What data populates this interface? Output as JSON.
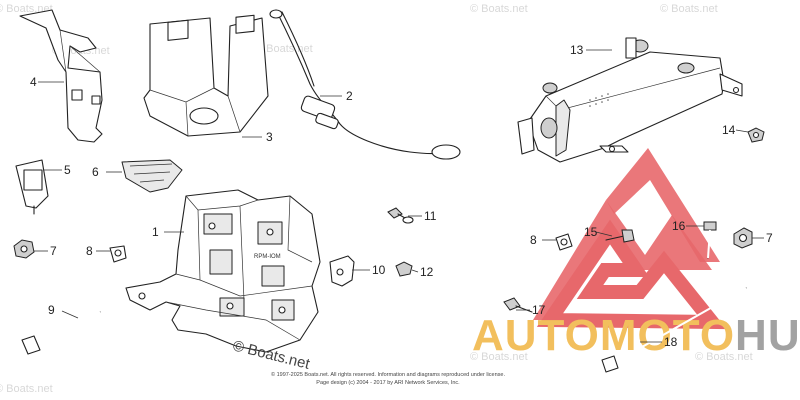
{
  "diagram": {
    "callouts": {
      "c1": "1",
      "c2": "2",
      "c3": "3",
      "c4": "4",
      "c5": "5",
      "c6": "6",
      "c7a": "7",
      "c7b": "7",
      "c8a": "8",
      "c8b": "8",
      "c9": "9",
      "c10": "10",
      "c11": "11",
      "c12": "12",
      "c13": "13",
      "c14": "14",
      "c15": "15",
      "c16": "16",
      "c17": "17",
      "c18": "18"
    },
    "watermarks": {
      "boats": "© Boats.net",
      "big_boats": "© Boats.net"
    },
    "footer": {
      "line1": "© 1997-2025 Boats.net. All rights reserved. Information and diagrams reproduced under license.",
      "line2": "Page design (c) 2004 - 2017 by ARI Network Services, Inc."
    },
    "brand": {
      "part1": "AUTO",
      "part2": "MOTO",
      "part3": "HUB",
      "color_red": "#e2474b",
      "color_orange": "#f0b23a",
      "color_gray": "#8e8e8e"
    }
  }
}
